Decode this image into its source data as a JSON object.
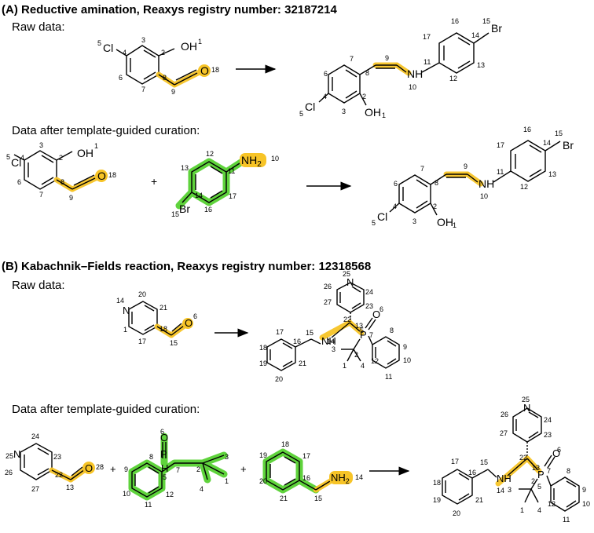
{
  "panel_a": {
    "title": "(A) Reductive amination, Reaxys registry number: 32187214",
    "raw_label": "Raw data:",
    "curated_label": "Data after template-guided curation:",
    "plus": "+"
  },
  "panel_b": {
    "title": "(B) Kabachnik–Fields reaction, Reaxys registry number: 12318568",
    "raw_label": "Raw data:",
    "curated_label": "Data after template-guided curation:",
    "plus": "+"
  },
  "atoms": {
    "cl": "Cl",
    "oh": "OH",
    "o": "O",
    "nh": "NH",
    "n": "N",
    "br": "Br",
    "p": "P",
    "h": "H",
    "nh2": "NH",
    "sub2": "2"
  },
  "colors": {
    "highlight_yellow": "#f7c427",
    "highlight_green": "#5fd33c",
    "bond": "#000000"
  }
}
